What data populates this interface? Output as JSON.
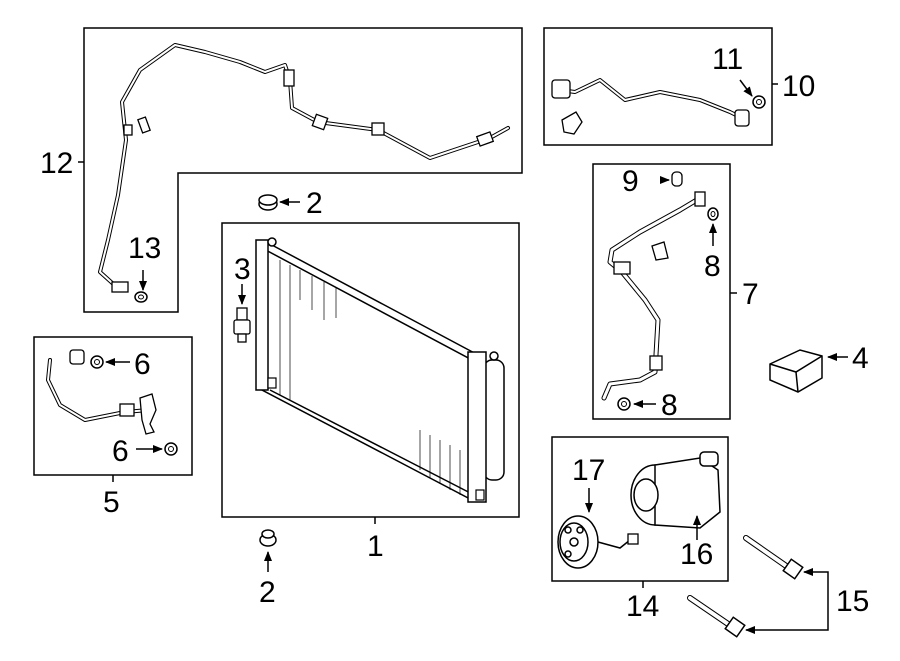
{
  "callouts": {
    "c1": "1",
    "c2a": "2",
    "c2b": "2",
    "c3": "3",
    "c4": "4",
    "c5": "5",
    "c6a": "6",
    "c6b": "6",
    "c7": "7",
    "c8a": "8",
    "c8b": "8",
    "c9": "9",
    "c10": "10",
    "c11": "11",
    "c12": "12",
    "c13": "13",
    "c14": "14",
    "c15": "15",
    "c16": "16",
    "c17": "17"
  },
  "colors": {
    "line": "#000000",
    "background": "#ffffff"
  }
}
